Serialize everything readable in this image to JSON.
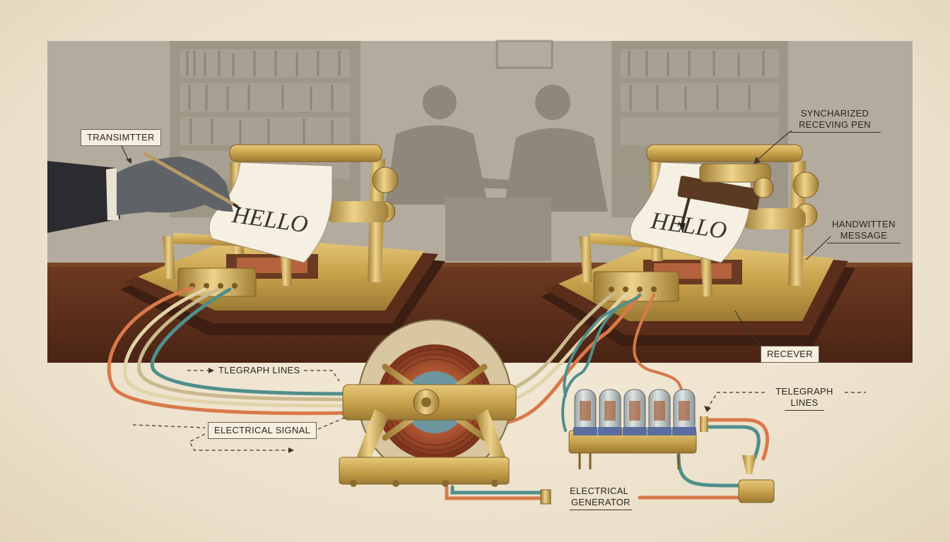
{
  "labels": {
    "transmitter": "TRANSIMTTER",
    "pen_line1": "SYNCHARIZED",
    "pen_line2": "RECEVING PEN",
    "handwritten_line1": "HANDWITTEN",
    "handwritten_line2": "MESSAGE",
    "receiver": "RECEVER",
    "tlegraph_lines": "TLEGRAPH LINES",
    "electrical_signal": "ELECTRICAL SIGNAL",
    "telegraph_lines_line1": "TELEGRAPH",
    "telegraph_lines_line2": "LINES",
    "generator_line1": "ELECTRICAL",
    "generator_line2": "GENERATOR"
  },
  "paper_text": {
    "transmitter": "HELLO",
    "receiver": "HELLO"
  },
  "colors": {
    "background": "#efe6d3",
    "brass": "#c9a550",
    "wood": "#5b2e1a",
    "wire_orange": "#d8794a",
    "wire_teal": "#4f8f8c",
    "wire_cream": "#e2d3a8",
    "coil_copper": "#a24a2a"
  }
}
